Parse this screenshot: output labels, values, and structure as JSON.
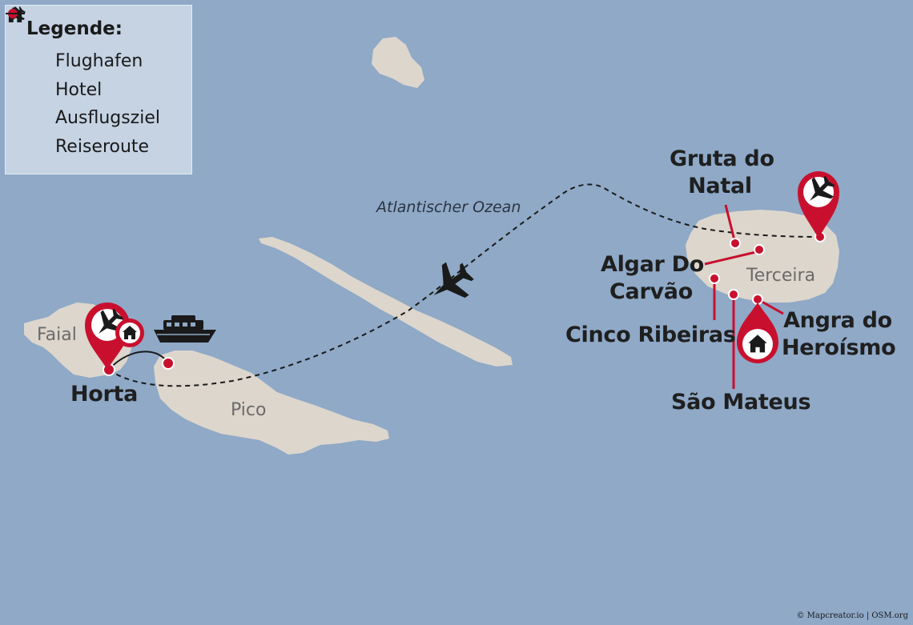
{
  "legend": {
    "title": "Legende:",
    "items": [
      {
        "icon": "airplane-icon",
        "label": "Flughafen"
      },
      {
        "icon": "house-icon",
        "label": "Hotel"
      },
      {
        "icon": "red-dot-icon",
        "label": "Ausflugsziel"
      },
      {
        "icon": "line-icon",
        "label": "Reiseroute"
      }
    ]
  },
  "ocean_label": "Atlantischer Ozean",
  "islands": {
    "faial": "Faial",
    "pico": "Pico",
    "terceira": "Terceira"
  },
  "places": {
    "horta": "Horta",
    "gruta_line1": "Gruta do",
    "gruta_line2": "Natal",
    "algar_line1": "Algar Do",
    "algar_line2": "Carvão",
    "cinco": "Cinco Ribeiras",
    "angra_line1": "Angra do",
    "angra_line2": "Heroísmo",
    "sao_mateus": "São Mateus"
  },
  "attribution": "© Mapcreator.io | OSM.org",
  "colors": {
    "ocean": "#8fa9c7",
    "land": "#ddd6cc",
    "marker_red": "#c8102e",
    "legend_bg": "#c5d3e3",
    "text": "#1f1f1f"
  }
}
